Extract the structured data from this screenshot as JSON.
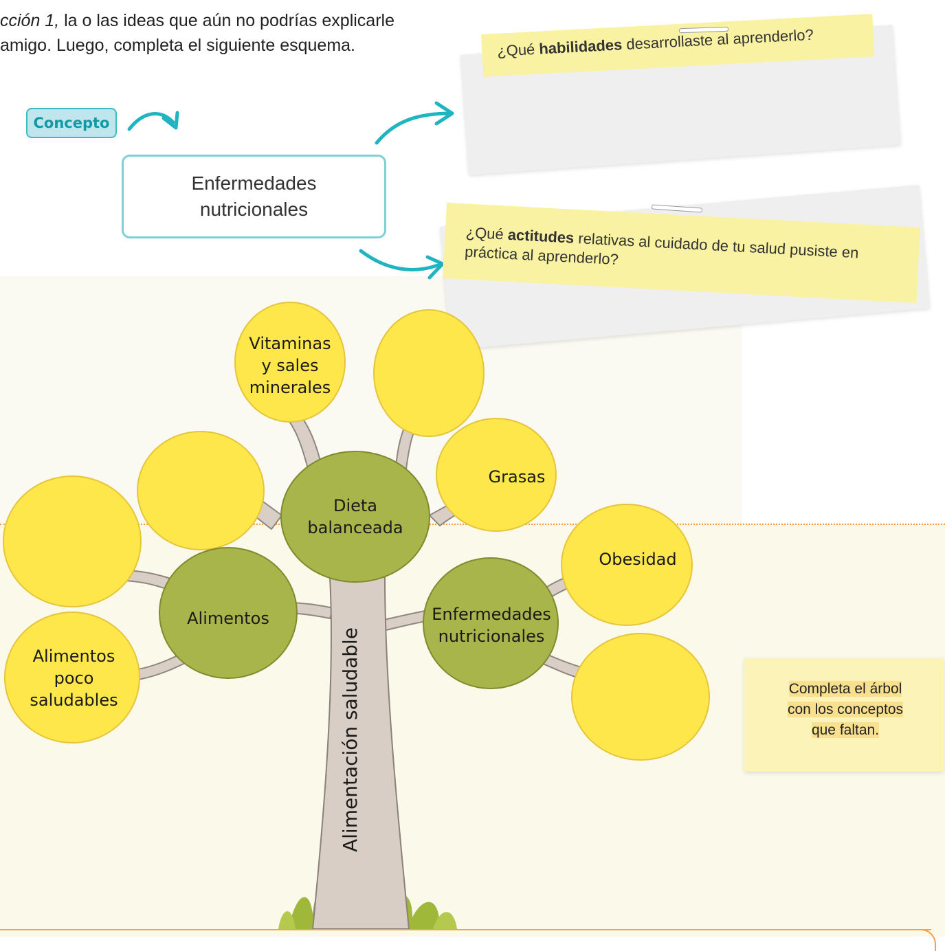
{
  "intro": {
    "line1_italic": "cción 1,",
    "line1_rest": " la o las ideas que aún no podrías explicarle",
    "line2": " amigo. Luego, completa el siguiente esquema."
  },
  "concept": {
    "badge_label": "Concepto",
    "box_text": "Enfermedades nutricionales"
  },
  "notes": {
    "skills": {
      "prefix": "¿Qué ",
      "bold": "habilidades",
      "suffix": " desarrollaste al aprenderlo?"
    },
    "attitudes": {
      "prefix": "¿Qué ",
      "bold": "actitudes",
      "suffix": " relativas al cuidado de tu salud pusiste en práctica al aprenderlo?"
    }
  },
  "tree": {
    "trunk_label": "Alimentación saludable",
    "center_nodes": {
      "dieta": "Dieta balanceada",
      "alimentos": "Alimentos",
      "enfermedades": "Enfermedades nutricionales"
    },
    "leaf_nodes": {
      "vitaminas": "Vitaminas y sales minerales",
      "grasas": "Grasas",
      "obesidad": "Obesidad",
      "poco_saludables": "Alimentos poco saludables",
      "blank_top_right": "",
      "blank_left_upper": "",
      "blank_left_far": "",
      "blank_right_lower": ""
    }
  },
  "side_note": {
    "line1": "Completa el árbol",
    "line2": "con los conceptos",
    "line3": "que faltan."
  },
  "colors": {
    "leaf_yellow": "#fde74a",
    "center_green": "#a8b54a",
    "accent_teal": "#1fb4bf",
    "note_yellow": "#f9f2a2",
    "divider_orange": "#f09a3c"
  }
}
